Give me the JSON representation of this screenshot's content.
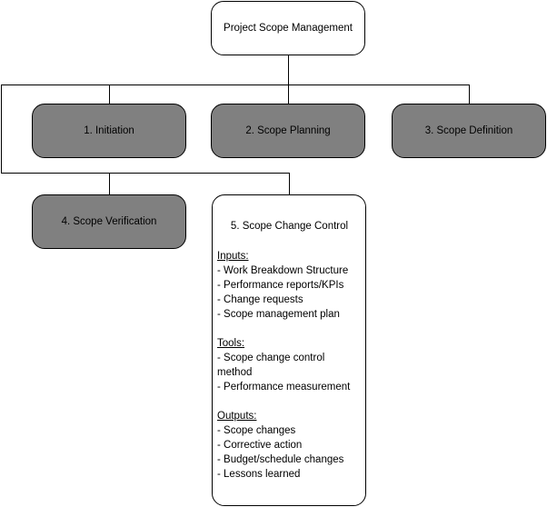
{
  "root": {
    "label": "Project Scope Management"
  },
  "phases": [
    {
      "label": "1. Initiation"
    },
    {
      "label": "2. Scope Planning"
    },
    {
      "label": "3. Scope Definition"
    },
    {
      "label": "4. Scope Verification"
    },
    {
      "label": "5. Scope Change Control"
    }
  ],
  "change_control": {
    "sections": [
      {
        "heading": "Inputs:",
        "items": [
          "- Work Breakdown Structure",
          "- Performance reports/KPIs",
          "- Change requests",
          "- Scope management plan"
        ]
      },
      {
        "heading": "Tools:",
        "items": [
          "- Scope change control method",
          "- Performance measurement"
        ]
      },
      {
        "heading": "Outputs:",
        "items": [
          "- Scope changes",
          "- Corrective action",
          "- Budget/schedule changes",
          "- Lessons learned"
        ]
      }
    ]
  },
  "colors": {
    "phase_fill": "#808080",
    "root_fill": "#ffffff",
    "line": "#000000"
  }
}
